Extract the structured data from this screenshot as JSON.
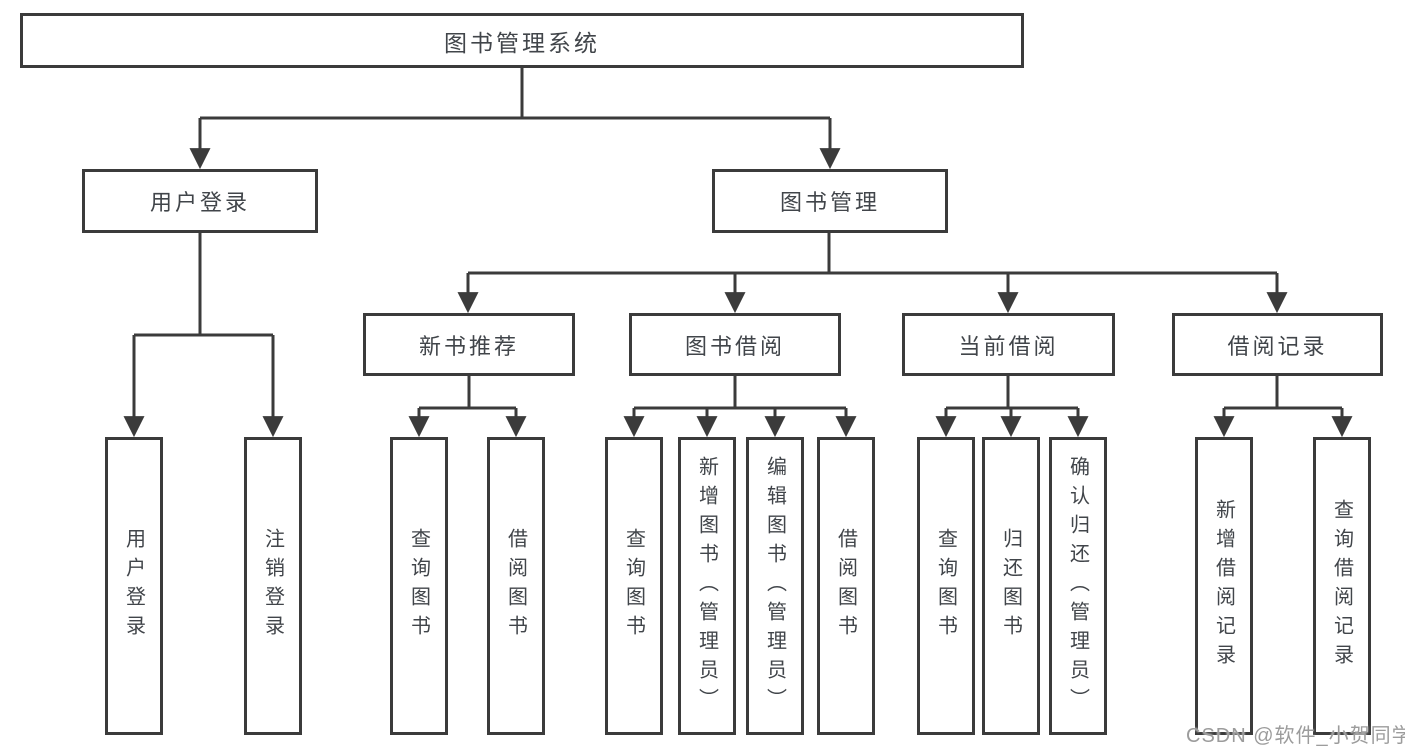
{
  "diagram": {
    "root": {
      "label": "图书管理系统"
    },
    "level2": [
      {
        "label": "用户登录"
      },
      {
        "label": "图书管理"
      }
    ],
    "level3": [
      {
        "label": "新书推荐"
      },
      {
        "label": "图书借阅"
      },
      {
        "label": "当前借阅"
      },
      {
        "label": "借阅记录"
      }
    ],
    "leaves": [
      {
        "label": "用户登录",
        "parent": "用户登录"
      },
      {
        "label": "注销登录",
        "parent": "用户登录"
      },
      {
        "label": "查询图书",
        "parent": "新书推荐"
      },
      {
        "label": "借阅图书",
        "parent": "新书推荐"
      },
      {
        "label": "查询图书",
        "parent": "图书借阅"
      },
      {
        "label": "新增图书（管理员）",
        "parent": "图书借阅"
      },
      {
        "label": "编辑图书（管理员）",
        "parent": "图书借阅"
      },
      {
        "label": "借阅图书",
        "parent": "图书借阅"
      },
      {
        "label": "查询图书",
        "parent": "当前借阅"
      },
      {
        "label": "归还图书",
        "parent": "当前借阅"
      },
      {
        "label": "确认归还（管理员）",
        "parent": "当前借阅"
      },
      {
        "label": "新增借阅记录",
        "parent": "借阅记录"
      },
      {
        "label": "查询借阅记录",
        "parent": "借阅记录"
      }
    ],
    "watermark": "CSDN @软件_小贺同学",
    "colors": {
      "line": "#3b3b3b",
      "border": "#3b3b3b",
      "text": "#41454a",
      "watermark": "#9c9c9c",
      "background": "#ffffff"
    }
  }
}
